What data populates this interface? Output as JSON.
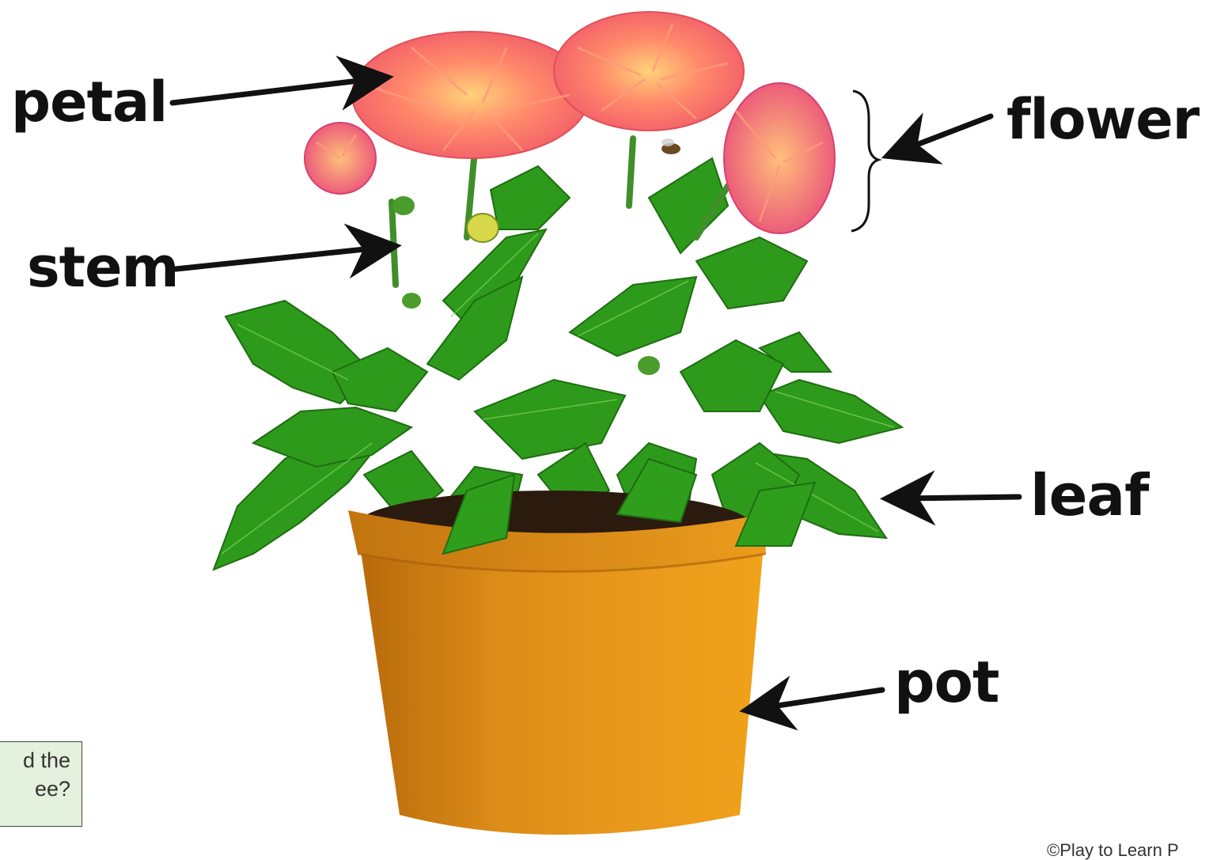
{
  "labels": {
    "petal": "petal",
    "stem": "stem",
    "flower": "flower",
    "leaf": "leaf",
    "pot": "pot"
  },
  "hint": {
    "line1": "d the",
    "line2": "ee?"
  },
  "credit": "©Play to Learn P",
  "colors": {
    "pot": "#d8860f",
    "leaf": "#2f9e1d",
    "flower": "#f26a5e",
    "hint_bg": "#e4f1dc"
  }
}
